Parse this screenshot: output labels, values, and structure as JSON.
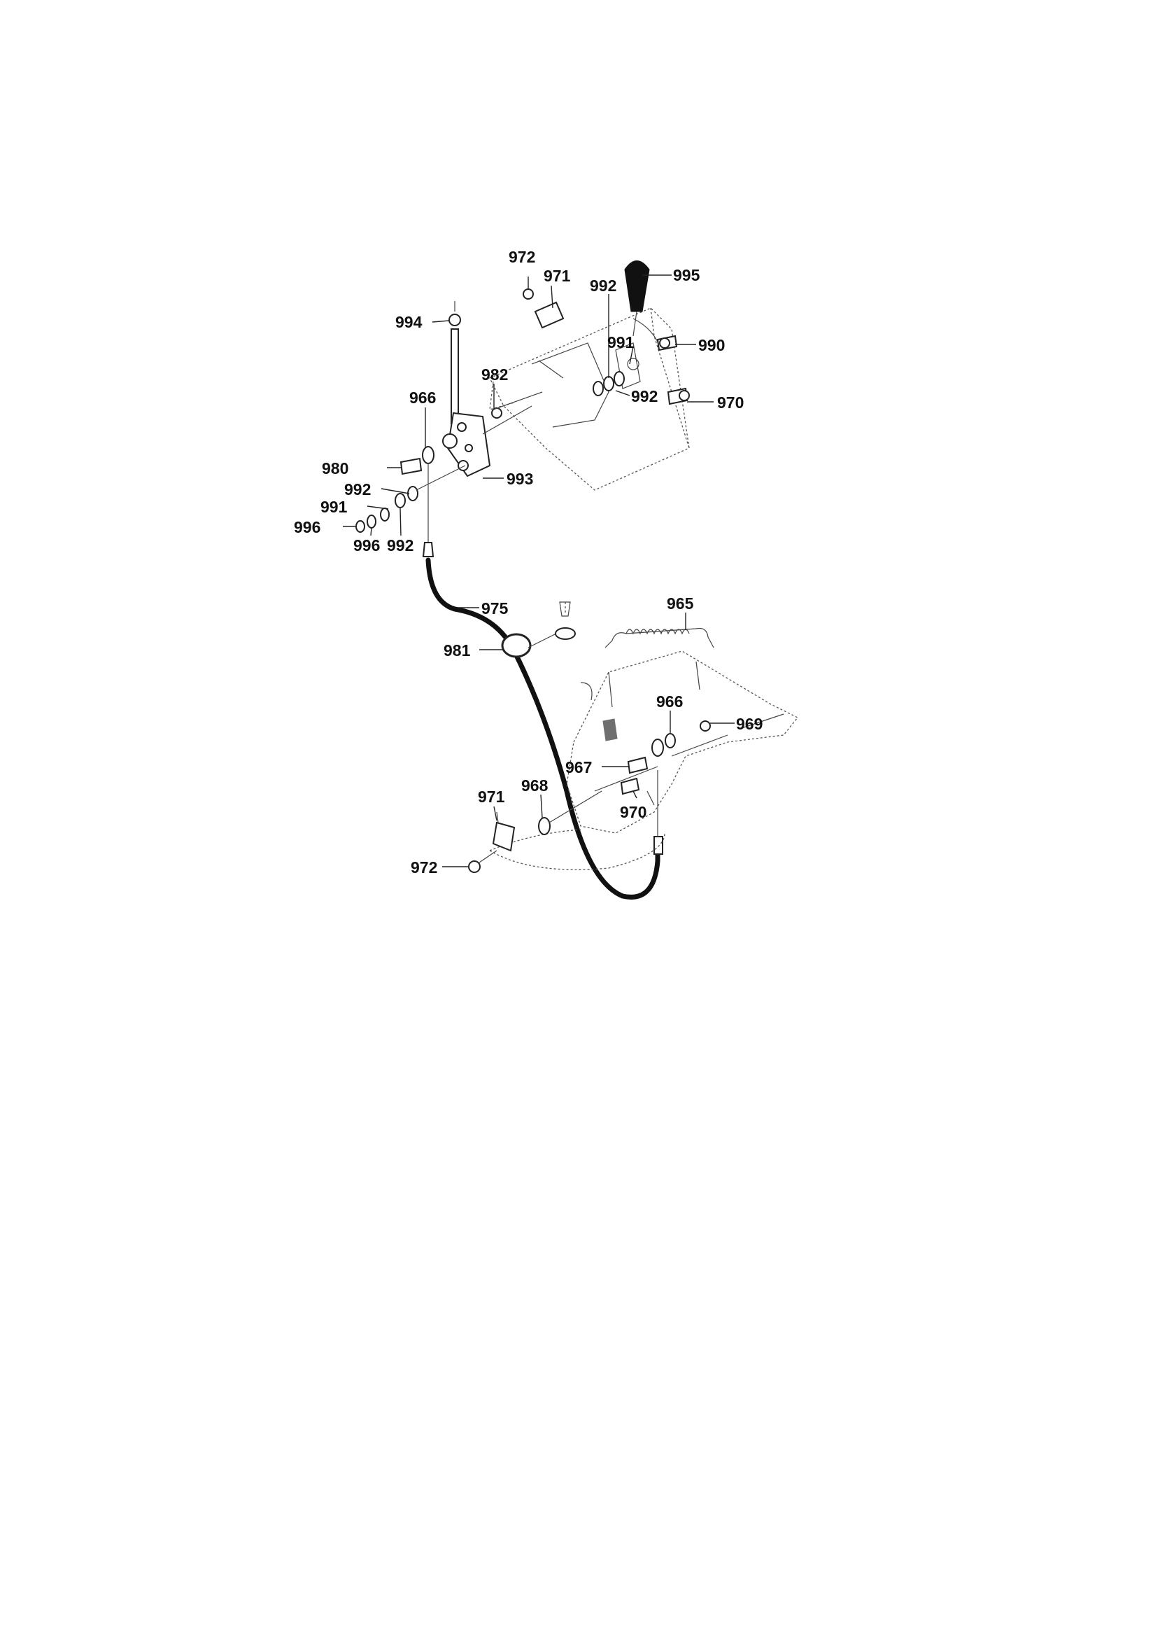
{
  "diagram": {
    "callouts": [
      {
        "key": "c972a",
        "text": "972"
      },
      {
        "key": "c971a",
        "text": "971"
      },
      {
        "key": "c995",
        "text": "995"
      },
      {
        "key": "c992a",
        "text": "992"
      },
      {
        "key": "c994",
        "text": "994"
      },
      {
        "key": "c991a",
        "text": "991"
      },
      {
        "key": "c990",
        "text": "990"
      },
      {
        "key": "c982",
        "text": "982"
      },
      {
        "key": "c992b",
        "text": "992"
      },
      {
        "key": "c970a",
        "text": "970"
      },
      {
        "key": "c966a",
        "text": "966"
      },
      {
        "key": "c980",
        "text": "980"
      },
      {
        "key": "c993",
        "text": "993"
      },
      {
        "key": "c992c",
        "text": "992"
      },
      {
        "key": "c991b",
        "text": "991"
      },
      {
        "key": "c996a",
        "text": "996"
      },
      {
        "key": "c996b",
        "text": "996"
      },
      {
        "key": "c992d",
        "text": "992"
      },
      {
        "key": "c975",
        "text": "975"
      },
      {
        "key": "c965",
        "text": "965"
      },
      {
        "key": "c981",
        "text": "981"
      },
      {
        "key": "c966b",
        "text": "966"
      },
      {
        "key": "c969",
        "text": "969"
      },
      {
        "key": "c967",
        "text": "967"
      },
      {
        "key": "c971b",
        "text": "971"
      },
      {
        "key": "c968",
        "text": "968"
      },
      {
        "key": "c970b",
        "text": "970"
      },
      {
        "key": "c972b",
        "text": "972"
      }
    ]
  }
}
